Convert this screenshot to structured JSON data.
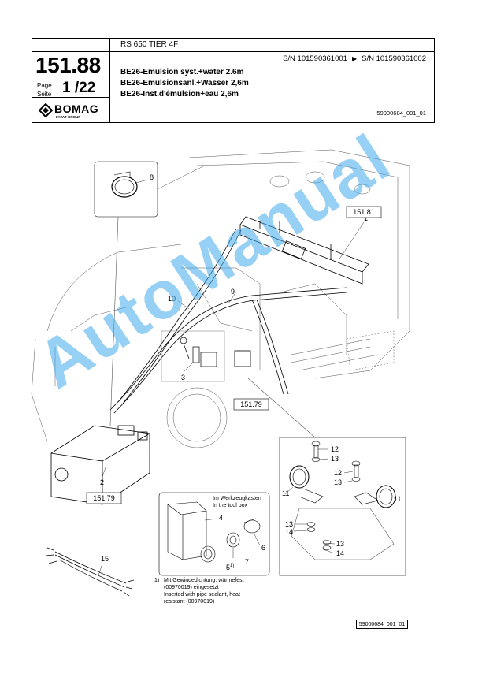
{
  "header": {
    "page_number": "151.88",
    "page_label_de": "Page",
    "page_label_en": "Seite",
    "page_fraction": "1 /22",
    "model": "RS 650 TIER 4F",
    "sn_from": "S/N 101590361001",
    "sn_to": "S/N 101590361002",
    "title_en": "BE26-Emulsion syst.+water 2.6m",
    "title_de": "BE26-Emulsionsanl.+Wasser 2,6m",
    "title_fr": "BE26-Inst.d'émulsion+eau 2,6m",
    "figure_code": "59000684_001_01",
    "logo_text": "BOMAG",
    "logo_sub": "FAYAT GROUP"
  },
  "callouts": {
    "c1": "1",
    "c2": "2",
    "c3": "3",
    "c4": "4",
    "c5": "5",
    "c5sup": "1)",
    "c6": "6",
    "c7": "7",
    "c8": "8",
    "c9": "9",
    "c10": "10",
    "c11a": "11",
    "c11b": "11",
    "c12a": "12",
    "c12b": "12",
    "c13a": "13",
    "c13b": "13",
    "c13c": "13",
    "c13d": "13",
    "c14a": "14",
    "c14b": "14",
    "c15": "15"
  },
  "refs": {
    "r1": "151.81",
    "r2": "151.79",
    "r3": "151.79"
  },
  "toolbox": {
    "line_de": "Im Werkzeugkasten",
    "line_en": "In the tool box"
  },
  "footnote": {
    "mark": "1)",
    "de1": "Mit Gewindedichtung, wärmefest",
    "de2": "(00970019) eingesetzt",
    "en1": "Inserted with pipe sealant, heat",
    "en2": "resistant (00970019)"
  },
  "footer_code": "59000684_001_01",
  "watermark": "AutoManual"
}
